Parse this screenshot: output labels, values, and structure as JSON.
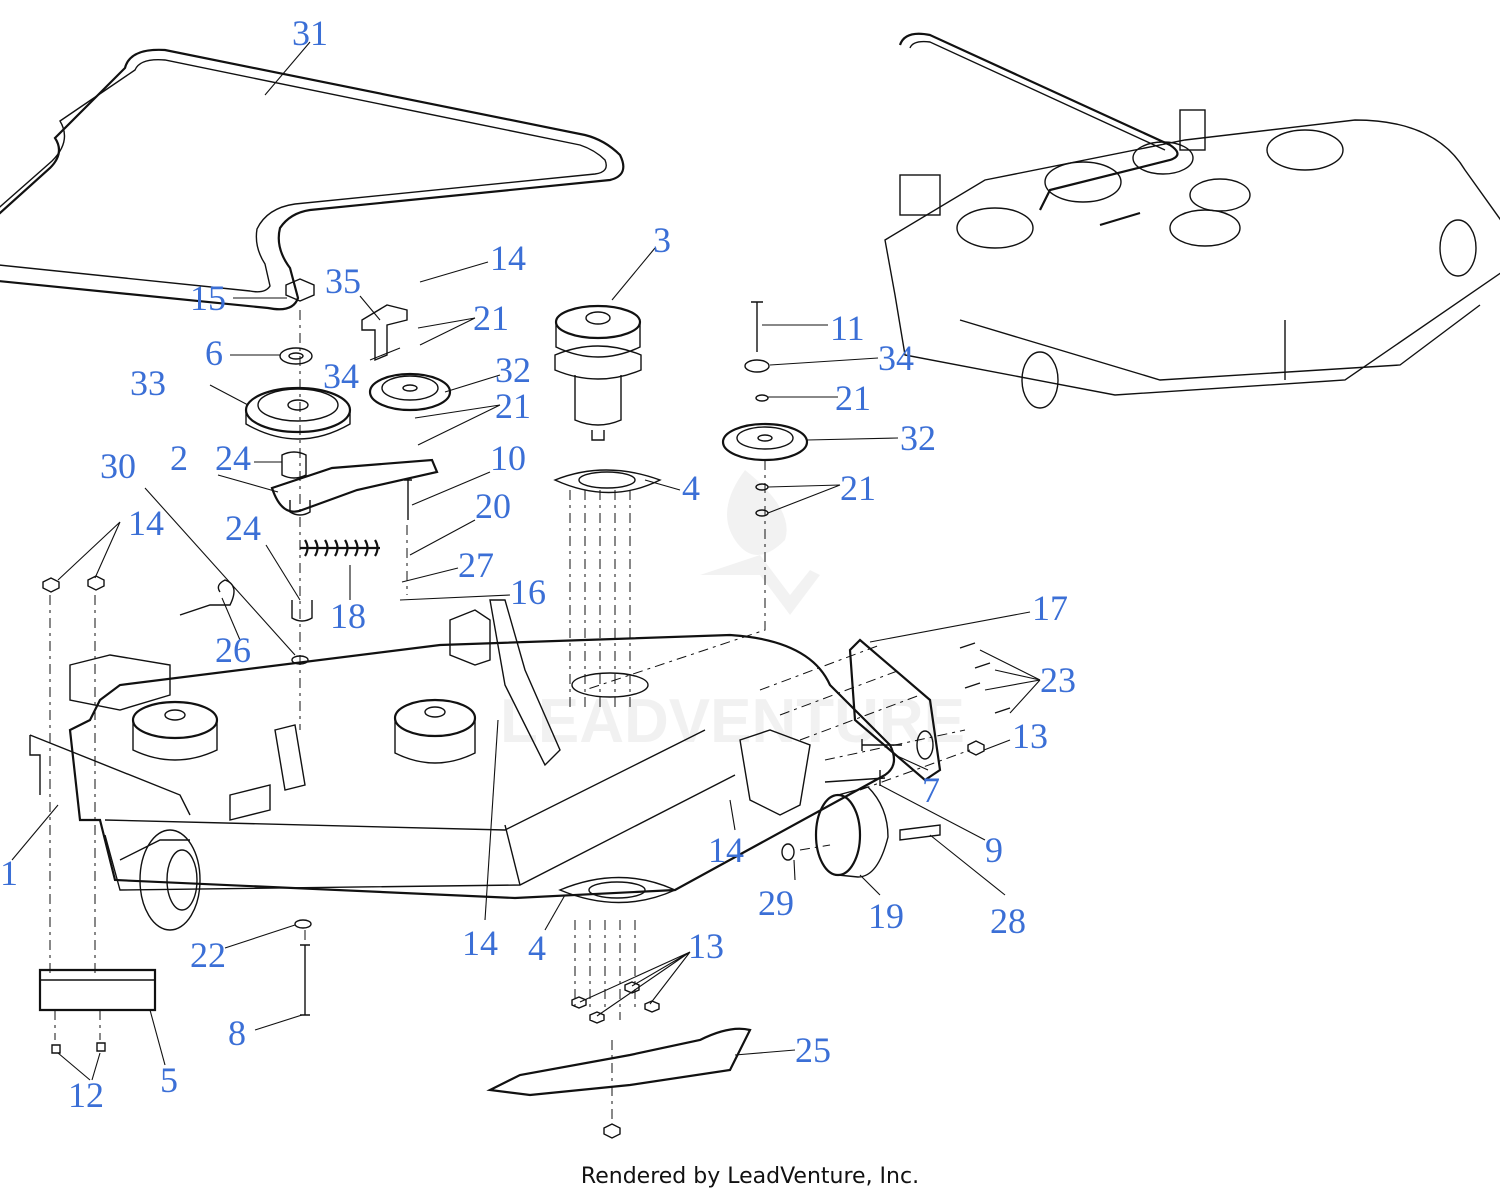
{
  "credit": "Rendered by LeadVenture, Inc.",
  "watermark": "LEADVENTURE",
  "colors": {
    "callout": "#3b6fd6",
    "line": "#111111",
    "background": "#ffffff"
  },
  "callouts": {
    "c31": "31",
    "c14a": "14",
    "c3": "3",
    "c15": "15",
    "c35": "35",
    "c21a": "21",
    "c11": "11",
    "c6": "6",
    "c34a": "34",
    "c32a": "32",
    "c34b": "34",
    "c33": "33",
    "c21b": "21",
    "c21c": "21",
    "c32b": "32",
    "c24a": "24",
    "c10": "10",
    "c2": "2",
    "c4a": "4",
    "c30": "30",
    "c21d": "21",
    "c14b": "14",
    "c20": "20",
    "c24b": "24",
    "c27": "27",
    "c16": "16",
    "c18": "18",
    "c17": "17",
    "c26": "26",
    "c23": "23",
    "c13a": "13",
    "c7": "7",
    "c9": "9",
    "c14c": "14",
    "c1": "1",
    "c29": "29",
    "c19": "19",
    "c28": "28",
    "c14d": "14",
    "c4b": "4",
    "c13b": "13",
    "c22": "22",
    "c8": "8",
    "c25": "25",
    "c5": "5",
    "c12": "12"
  }
}
